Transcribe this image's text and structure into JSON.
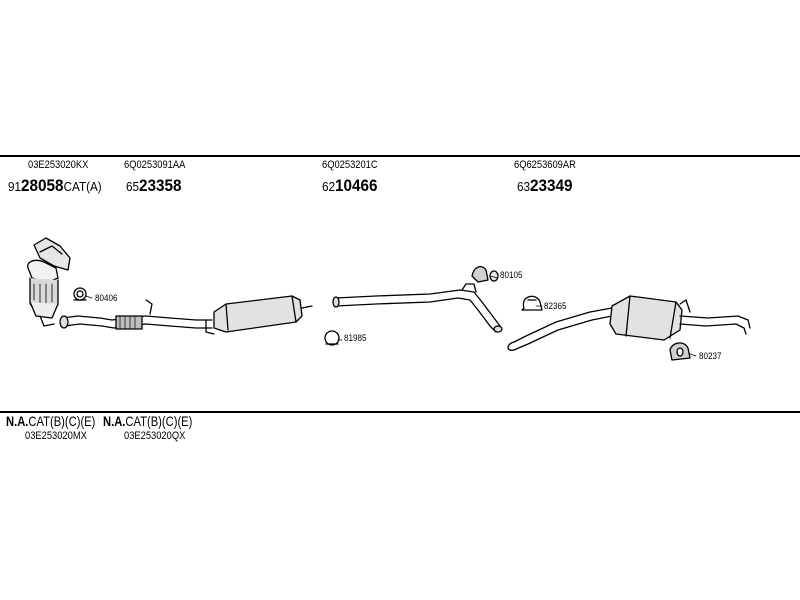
{
  "header_codes": [
    {
      "code": "03E253020KX",
      "prefix": "91",
      "number": "28058",
      "suffix": "CAT(A)"
    },
    {
      "code": "6Q0253091AA",
      "prefix": "65",
      "number": "23358",
      "suffix": ""
    },
    {
      "code": "6Q0253201C",
      "prefix": "62",
      "number": "10466",
      "suffix": ""
    },
    {
      "code": "6Q6253609AR",
      "prefix": "63",
      "number": "23349",
      "suffix": ""
    }
  ],
  "small_parts": {
    "p80406": "80406",
    "p81985": "81985",
    "p80105": "80105",
    "p82365": "82365",
    "p80237": "80237"
  },
  "bottom_notes": [
    {
      "label_a": "N.A.",
      "label_b": "CAT(B)(C)(E)",
      "code": "03E253020MX"
    },
    {
      "label_a": "N.A.",
      "label_b": "CAT(B)(C)(E)",
      "code": "03E253020QX"
    }
  ]
}
